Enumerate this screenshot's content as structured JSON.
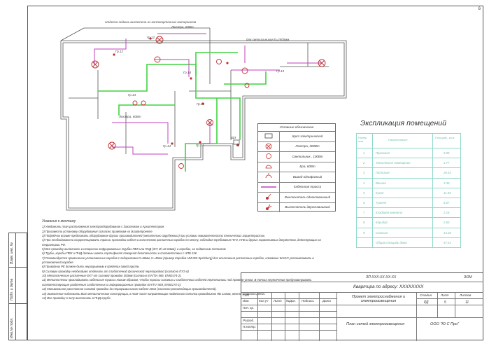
{
  "page_number": "6",
  "plan": {
    "labels": {
      "loggia_note": "отделка лоджии выполнена из гипсокартонных материалов",
      "chandelier_top": "Люстра, 60Вт",
      "ledstrip": "для светильников h=2500мм",
      "chandelier_left": "Люстра, 60Вт",
      "gr12": "Гр.12",
      "gr12b": "Гр.12",
      "gr13": "Гр.13",
      "gr14a": "Гр.14",
      "gr14b": "Гр.14",
      "gr14c": "Гр.14",
      "gr14d": "Гр.14",
      "gr13b": "Гр.13",
      "shch": "ЩЭ"
    }
  },
  "legend": {
    "title": "Условные обозначения",
    "rows": [
      {
        "symbol": "panel-icon",
        "text": "Щит электрический"
      },
      {
        "symbol": "chandelier-icon",
        "text": "Люстра, 300Вт"
      },
      {
        "symbol": "lamp-icon",
        "text": "Светильник , 100Вт"
      },
      {
        "symbol": "sconce-icon",
        "text": "Бра, 60Вт"
      },
      {
        "symbol": "outlet-icon",
        "text": "Вывод однофазный"
      },
      {
        "symbol": "cable-icon",
        "text": "Кабельная трасса"
      },
      {
        "symbol": "switch1-icon",
        "text": "Выключатель одноклавишный"
      },
      {
        "symbol": "switch2-icon",
        "text": "Выключатель двухклавишный"
      }
    ]
  },
  "notes": {
    "title": "Указания к монтажу",
    "items": [
      "1) Уведомить план расположения электрооборудования с Заказчиком и Архитектором",
      "2) Произвести установку оборудования согласно привязкам на дизайнпроекте",
      "3) Подрядчик вправе предложить оборудование других производителей (желательно зарубежных) при условии эквивалентности технических характеристик.",
      "4) При необходимости скорректировать трассы прокладки кабеля и количество распаечных коробок по месту, соблюдая требования ПУЭ, НПБ и других нормативных документов, действующих на территории РФ.",
      "5) Все проводку выполнить в негорючих гофрированных трубах ПВХ или ПНД (ЖТ, Ø=16-63мм), в коробах, за подвесным потолком",
      "6) Трубы, коробы ПВХ и ПНД должны иметь сертификат пожарной безопасности в соответствии с НПБ 246",
      "7) Рекомендуется применение установочных коробов с габаритами D=68мм, H=45мм (пример Коробка НМ 065 Spelsberg) для исключения распаечных коробок, клеммник WAGO устанавливать в установочной коробке",
      "8) Проводник PE должен быть неразрывным в пределах своей группы",
      "9) Силовую проводку необходимо отделить от слаботочной физической перегородкой (согласно ПУЭ 6)",
      "10) Металлические распаечные ЕКТ от силовой проводки 300мм (согласно EIA/TIA 569, EN50174-2).",
      "11) Металлически прокладывать кабельные трассы таким образом, чтобы трассы силовых и слаботочных кабелей пересекались под прямым углом. В точках пересечения предусматривать соответствующие разделения слаботочных и информационных проводок EIA/TIA 569, EN50174-2).",
      "12) Минимальное расстояние силовой проводки до неразрывыльного кабеля 20см (согласно рекомендации производителей).",
      "13) Заземление подлежать ВСЕ металлические конструкции, в том числе направляющие подвесного потолка проводником ПВ 1х4мм, желто-зеленого цвета.",
      "14) Все проводку в полу выполнить в ПНД трубе."
    ]
  },
  "explication": {
    "title": "Экспликация помещений",
    "headers": [
      "Номер пом.",
      "Наименование",
      "Площадь, кв.м"
    ],
    "rows": [
      [
        "1",
        "Прихожая",
        "9.08"
      ],
      [
        "2",
        "Техническое помещение",
        "1.77"
      ],
      [
        "3",
        "Гостиная",
        "28.53"
      ],
      [
        "4",
        "Ванная",
        "3.39"
      ],
      [
        "5",
        "Кухня",
        "11.93"
      ],
      [
        "6",
        "Туалет",
        "8.07"
      ],
      [
        "7",
        "Кладовая комната",
        "2.16"
      ],
      [
        "8",
        "Коридор",
        "2.63"
      ],
      [
        "9",
        "Спальня",
        "13.28"
      ],
      [
        "",
        "Общая площадь дома",
        "57.51"
      ]
    ]
  },
  "stamp": {
    "code": "ЗП-ХХХ-ХХ-ХХ-ХХ",
    "em": "ЭОМ",
    "address": "Квартира по адресу: ХХХХХХХХ",
    "cols": [
      "Изм.",
      "Кол.уч",
      "Лист",
      "№Док.",
      "Подпись",
      "Дата"
    ],
    "roles": [
      "ГИП",
      "Нач. гр.",
      "",
      "Разраб.",
      "Н.контр."
    ],
    "project": "Проект электроснабжения и электроосвещения",
    "stage_h": "Стадия",
    "sheet_h": "Лист",
    "sheets_h": "Листов",
    "stage": "РД",
    "sheet": "5",
    "sheets": "11",
    "drawing": "План сетей электроосвещения",
    "company": "ООО \"Ю С Про\""
  },
  "side": {
    "inv_orig": "Инв.№ подл.",
    "sign_date": "Подп. и дата",
    "inv_dup": "Взам. инв. №"
  }
}
